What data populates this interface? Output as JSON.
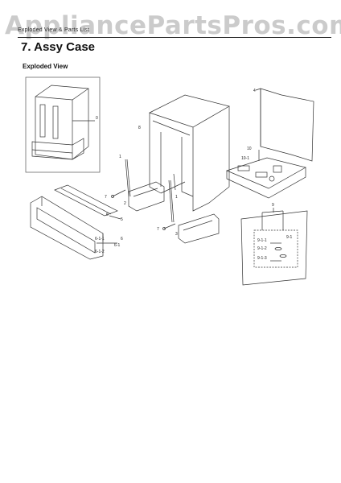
{
  "watermark": "AppliancePartsPros.com",
  "breadcrumb": "Exploded View & Parts List",
  "page_title": "7.  Assy Case",
  "section_heading": "Exploded View",
  "callouts": {
    "c0": "0",
    "c1a": "1",
    "c1b": "1",
    "c2": "2",
    "c3": "3",
    "c4": "4",
    "c5": "5",
    "c6a": "6",
    "c6b": "6",
    "c7a": "7",
    "c7b": "7",
    "c8": "8",
    "c9": "9",
    "c10": "10",
    "c101": "10-1",
    "c61": "6-1",
    "c611": "6-1-1",
    "c612": "6-1-2",
    "c91": "9-1",
    "c911": "9-1-1",
    "c912": "9-1-2",
    "c913": "9-1-3"
  }
}
